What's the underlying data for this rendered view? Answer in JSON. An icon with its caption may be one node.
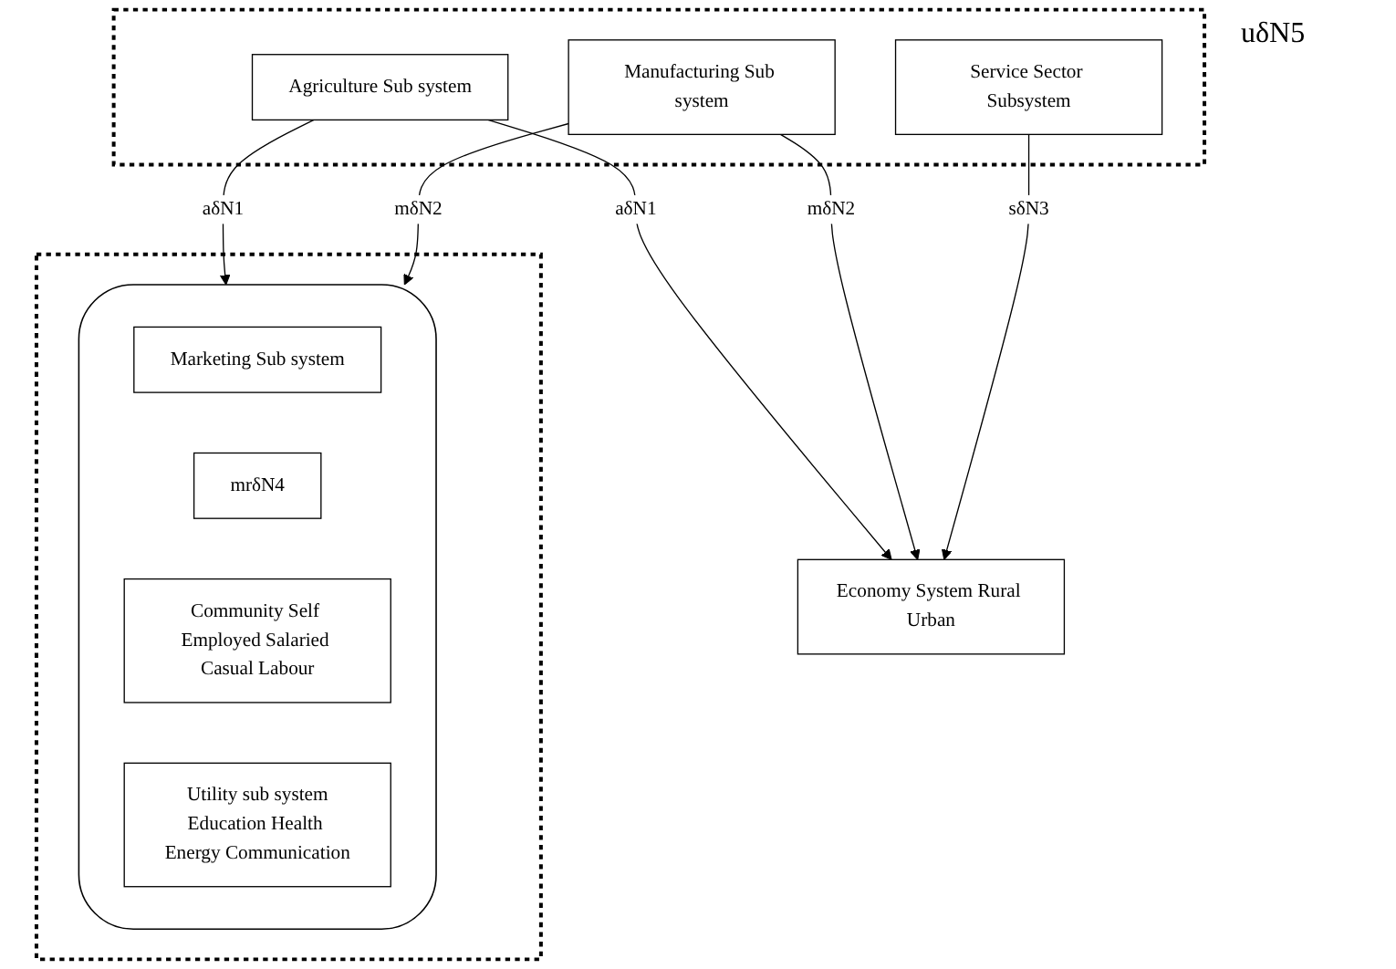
{
  "diagram": {
    "nodes": [
      {
        "text": [],
        "shape": "box"
      },
      {
        "text": [
          "Agriculture Sub system"
        ],
        "in": 0
      },
      {
        "text": [
          "Manufacturing Sub system"
        ],
        "in": 0
      },
      {
        "text": [
          "Service Sector Subsystem"
        ],
        "in": 0
      },
      {
        "text": [
          "Economy System Rural Urban"
        ]
      },
      {
        "text": [],
        "shape": "box"
      },
      {
        "text": [],
        "shape": "loop",
        "in": 5
      },
      {
        "text": [
          "Marketing Sub system"
        ],
        "in": 6
      },
      {
        "text": [
          "mrδN4"
        ],
        "in": 6
      },
      {
        "text": [
          "Community Self Employed Salaried Casual Labour"
        ],
        "in": 6
      },
      {
        "text": [
          "Utility sub system",
          "Education Health Energy Communication"
        ],
        "in": 6
      }
    ],
    "edges": [
      {
        "from": 1,
        "to": 4,
        "arrow": "to",
        "label": "aδN1"
      },
      {
        "from": 2,
        "to": 4,
        "arrow": "to",
        "label": "mδN2"
      },
      {
        "from": 3,
        "to": 4,
        "arrow": "to",
        "label": "sδN3"
      },
      {
        "from": 1,
        "to": 6,
        "arrow": "to",
        "label": "aδN1"
      },
      {
        "from": 2,
        "to": 6,
        "arrow": "to",
        "label": "mδN2"
      }
    ],
    "labels": [
      "uδN5"
    ]
  }
}
